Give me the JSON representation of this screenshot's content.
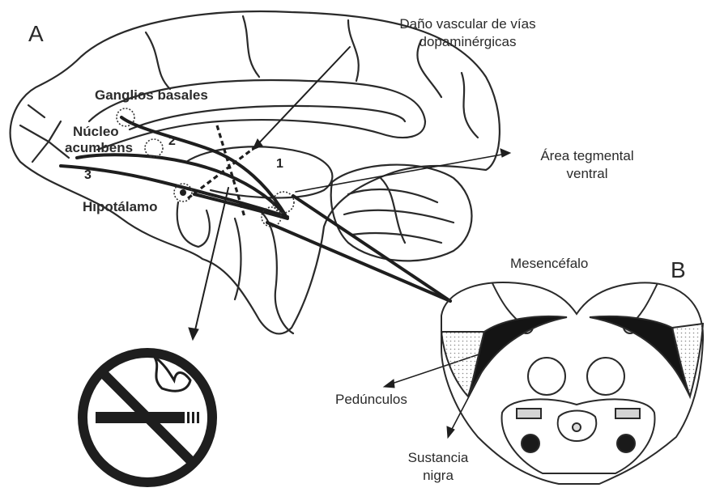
{
  "panels": {
    "a": "A",
    "b": "B"
  },
  "labels": {
    "vascular_line1": "Daño vascular de vías",
    "vascular_line2": "dopaminérgicas",
    "tegmental_line1": "Área tegmental",
    "tegmental_line2": "ventral",
    "ganglios": "Ganglios basales",
    "nucleo_line1": "Núcleo",
    "nucleo_line2": "acumbens",
    "hipotalamo": "Hipotálamo",
    "mesencefalo": "Mesencéfalo",
    "pedunculos": "Pedúnculos",
    "sustancia_line1": "Sustancia",
    "sustancia_line2": "nigra"
  },
  "pathway_numbers": {
    "n1": "1",
    "n2": "2",
    "n3": "3"
  },
  "icons": {
    "brain": "sagittal-brain-drawing",
    "midbrain": "midbrain-cross-section",
    "no_smoking": "no-smoking-sign"
  },
  "colors": {
    "ink": "#1e1e1e",
    "text": "#2a2a2a",
    "stipple": "#9a9a9a"
  }
}
